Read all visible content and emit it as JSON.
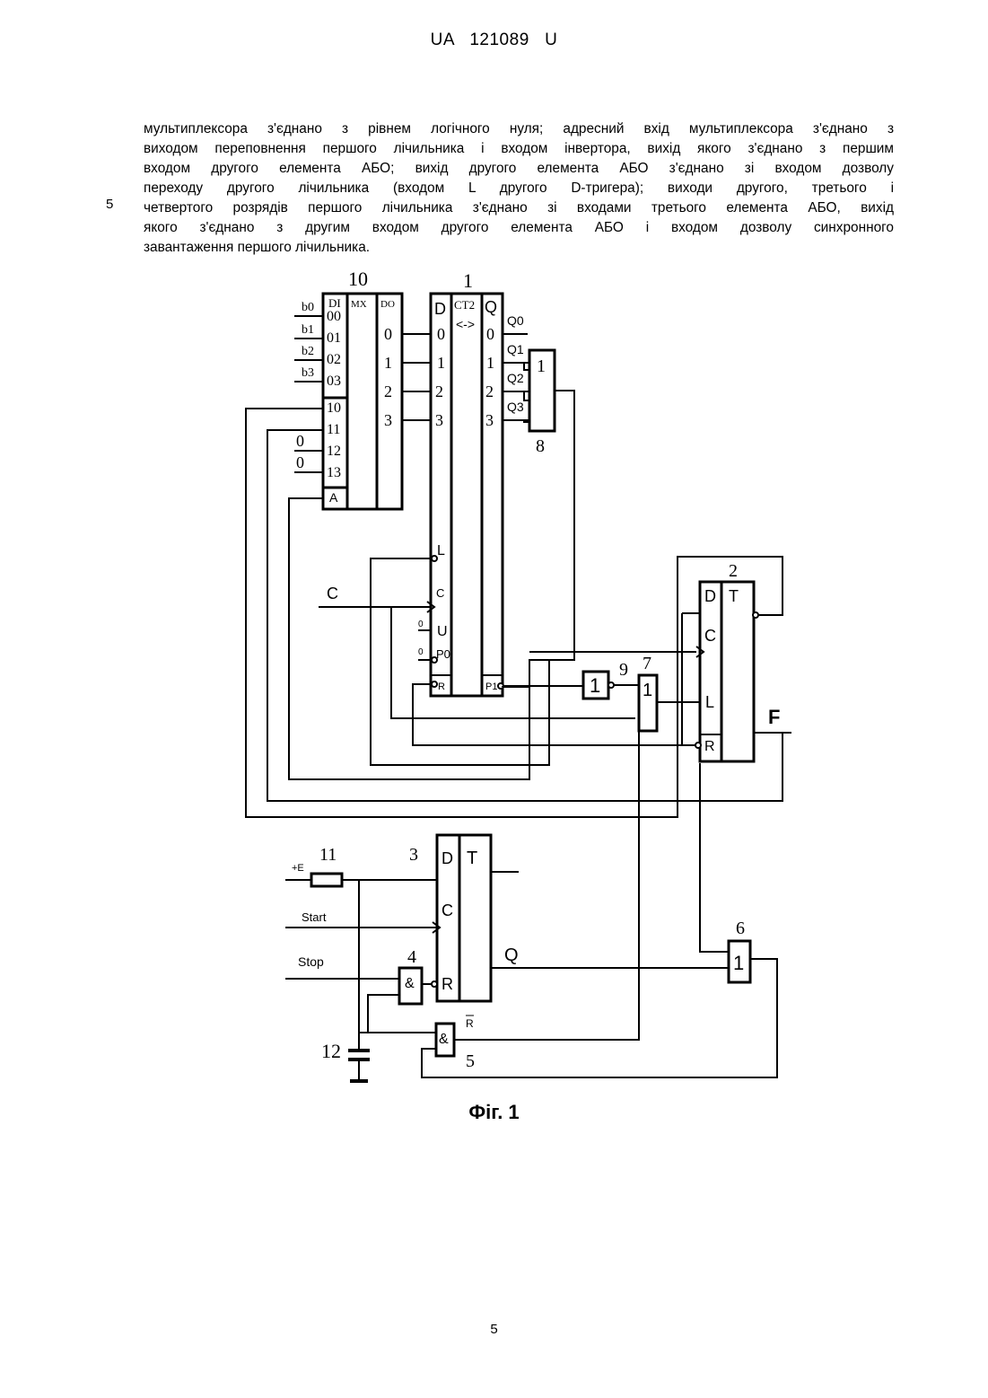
{
  "header": {
    "doc_id": "UA   121089   U"
  },
  "paragraph": {
    "line_number": "5",
    "lines": [
      "мультиплексора з'єднано з рівнем логічного нуля; адресний вхід мультиплексора з'єднано з",
      "виходом переповнення першого лічильника і входом інвертора, вихід якого з'єднано з першим",
      "входом другого елемента АБО; вихід другого елемента АБО з'єднано зі входом дозволу",
      "переходу другого лічильника (входом L другого D-тригера); виходи другого, третього і",
      "четвертого розрядів першого лічильника з'єднано зі входами третього елемента АБО, вихід",
      "якого з'єднано з другим входом другого елемента АБО і входом дозволу синхронного",
      "завантаження першого лічильника."
    ]
  },
  "figure": {
    "caption": "Фіг. 1",
    "refs": {
      "mux": "10",
      "counter": "1",
      "trigger2": "2",
      "trigger3": "3",
      "and4": "4",
      "and5": "5",
      "or6": "6",
      "or7": "7",
      "or8": "8",
      "inv9": "9",
      "resistor": "11",
      "capacitor": "12"
    },
    "mux": {
      "di_label": "DI",
      "mx_label": "MX",
      "do_label": "DO",
      "inputs": [
        "00",
        "01",
        "02",
        "03",
        "10",
        "11",
        "12",
        "13"
      ],
      "addr": "A",
      "outputs": [
        "0",
        "1",
        "2",
        "3"
      ],
      "b_labels": [
        "b0",
        "b1",
        "b2",
        "b3"
      ],
      "zeros": [
        "0",
        "0"
      ]
    },
    "counter": {
      "d_label": "D",
      "ct_label": "CT2",
      "updown": "<->",
      "q_label": "Q",
      "d_inputs": [
        "0",
        "1",
        "2",
        "3"
      ],
      "q_outputs": [
        "0",
        "1",
        "2",
        "3"
      ],
      "out_labels": [
        "Q0",
        "Q1",
        "Q2",
        "Q3"
      ],
      "pins": {
        "l": "L",
        "c": "C",
        "u": "U",
        "p0": "P0",
        "r": "R",
        "p1": "P1"
      },
      "pin_zeros": [
        "0",
        "0"
      ]
    },
    "trigger2": {
      "d": "D",
      "t": "T",
      "c": "C",
      "l": "L",
      "r": "R"
    },
    "trigger3": {
      "d": "D",
      "t": "T",
      "c": "C",
      "r": "R"
    },
    "gates": {
      "or": "1",
      "and": "&"
    },
    "signals": {
      "c": "C",
      "f": "F",
      "plus_e": "+E",
      "start": "Start",
      "stop": "Stop",
      "q": "Q",
      "rbar": "R"
    }
  },
  "page_number": "5"
}
